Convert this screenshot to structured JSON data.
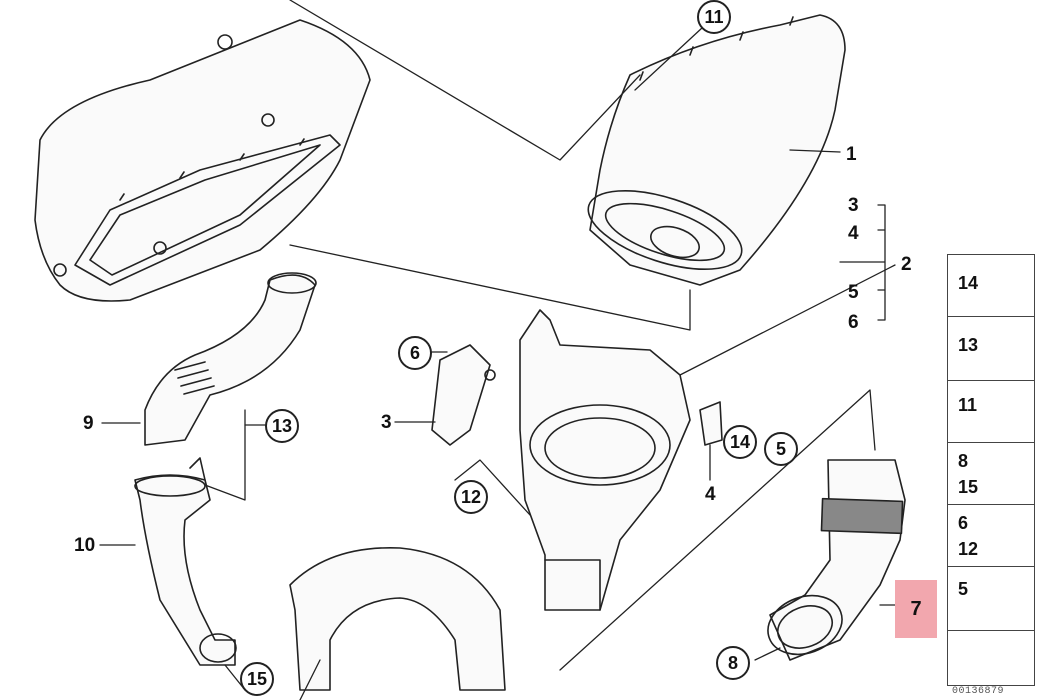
{
  "callouts": {
    "p1": "1",
    "p2": "2",
    "p3a": "3",
    "p4a": "4",
    "p5a": "5",
    "p6a": "6",
    "p3b": "3",
    "p4b": "4",
    "p5c": "5",
    "p6c": "6",
    "p7": "7",
    "p8": "8",
    "p9": "9",
    "p10": "10",
    "p11": "11",
    "p12": "12",
    "p13": "13",
    "p14": "14",
    "p15": "15"
  },
  "legend": {
    "l14": "14",
    "l13": "13",
    "l11": "11",
    "l8": "8",
    "l15": "15",
    "l6": "6",
    "l12": "12",
    "l5": "5"
  },
  "doc_number": "00136879",
  "colors": {
    "highlight": "#f2a7ae",
    "line": "#222222"
  }
}
